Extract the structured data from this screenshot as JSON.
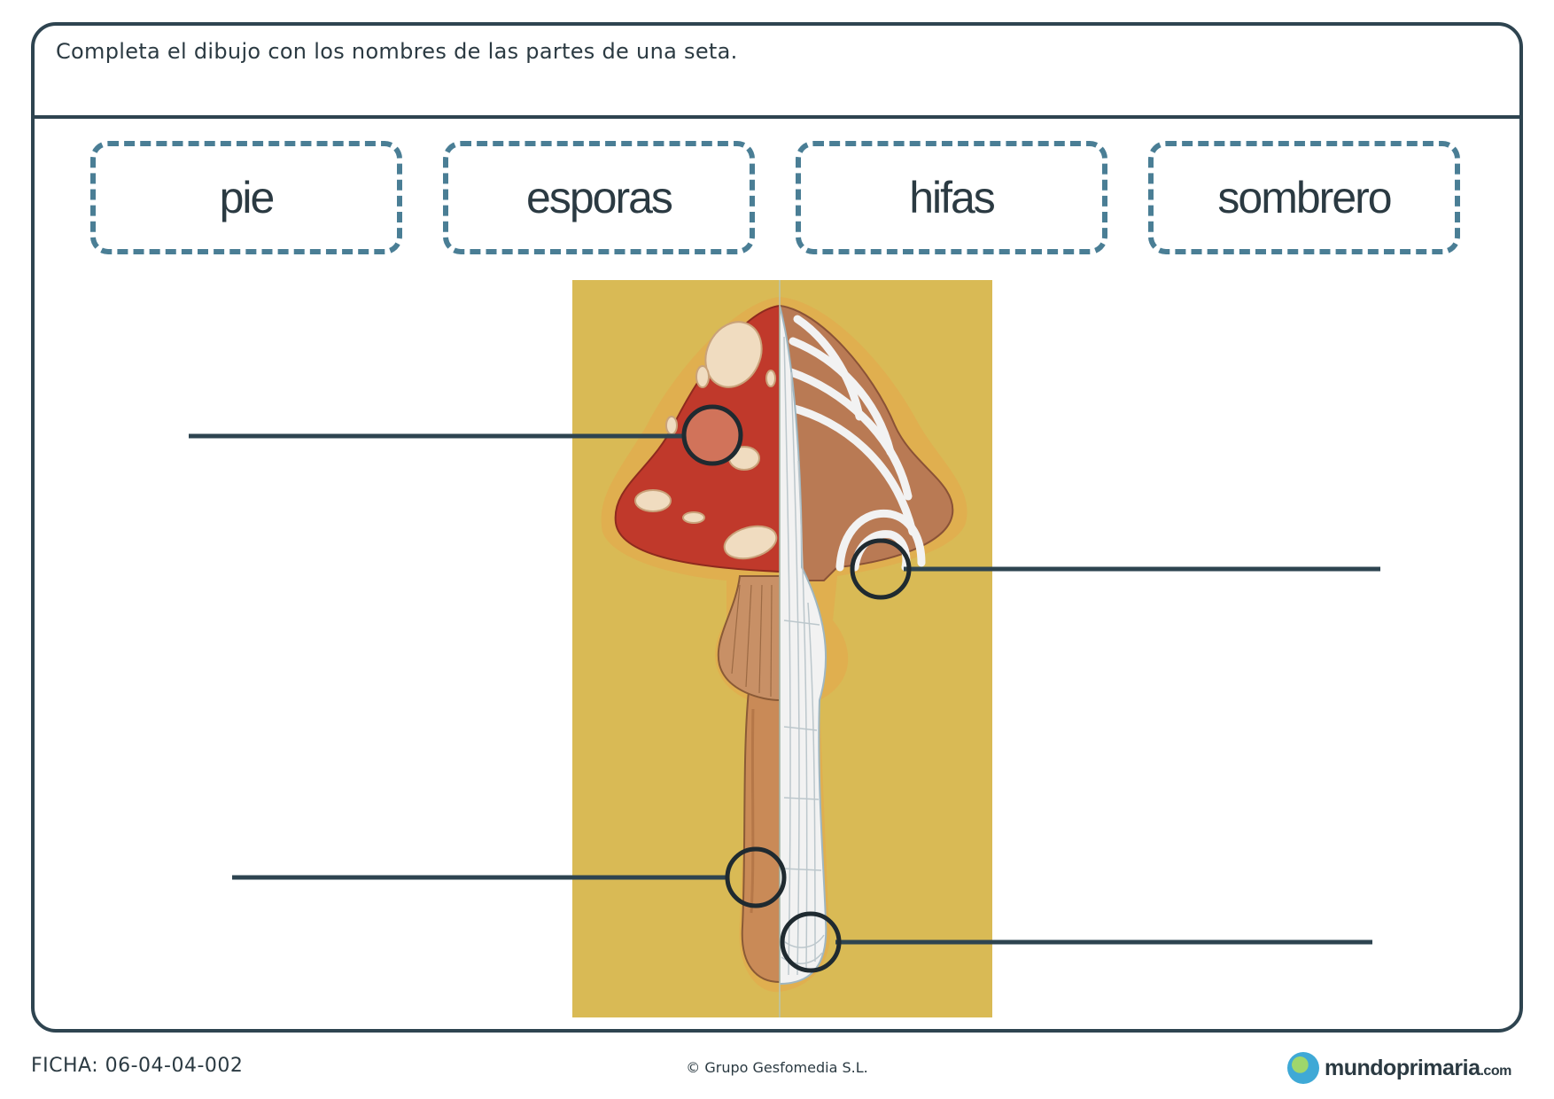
{
  "instruction": "Completa el dibujo con los nombres de las partes de una seta.",
  "word_bank": [
    "pie",
    "esporas",
    "hifas",
    "sombrero"
  ],
  "labels": [
    {
      "id": "label-line-sombrero",
      "answer_side": "left"
    },
    {
      "id": "label-line-esporas",
      "answer_side": "right"
    },
    {
      "id": "label-line-pie",
      "answer_side": "left"
    },
    {
      "id": "label-line-hifas",
      "answer_side": "right"
    }
  ],
  "footer": {
    "ficha": "FICHA: 06-04-04-002",
    "copyright": "© Grupo Gesfomedia S.L.",
    "brand_name": "mundoprimaria",
    "brand_tld": ".com"
  },
  "colors": {
    "frame": "#2e4450",
    "dashed_box": "#4a7e95",
    "background_panel": "#d9ba55",
    "cap_red": "#c0392b",
    "cap_brown": "#b97a54",
    "stem": "#c98a57",
    "hyphae": "#f2f2f2"
  },
  "icons": [
    "globe-icon"
  ]
}
